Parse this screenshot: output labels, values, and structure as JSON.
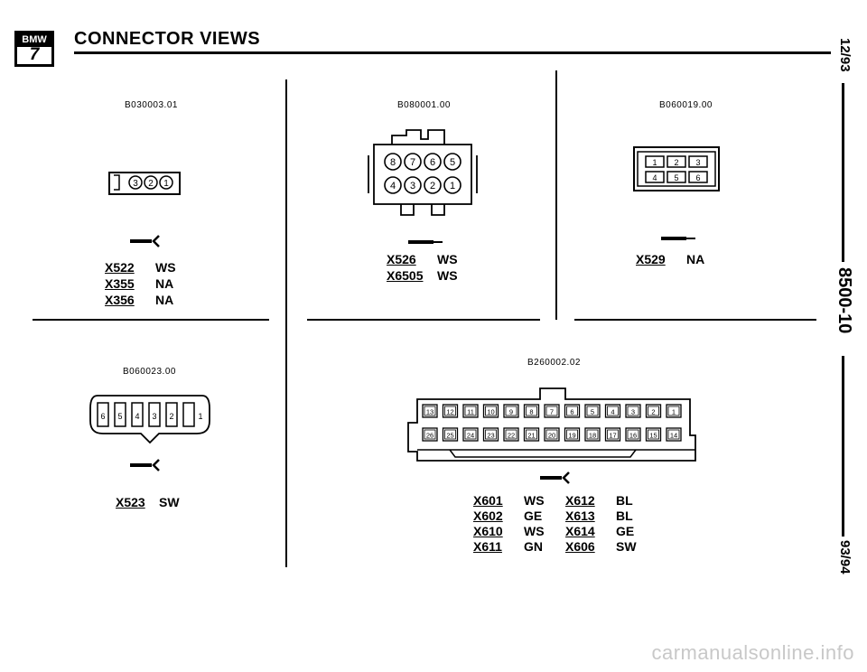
{
  "header": {
    "logo_brand": "BMW",
    "logo_series": "7",
    "title": "CONNECTOR VIEWS"
  },
  "side_margin": {
    "date": "12/93",
    "page": "8500-10",
    "edition": "93/94"
  },
  "panels": {
    "p1": {
      "code": "B030003.01",
      "pins": [
        "3",
        "2",
        "1"
      ],
      "rows": [
        {
          "connector": "X522",
          "color": "WS"
        },
        {
          "connector": "X355",
          "color": "NA"
        },
        {
          "connector": "X356",
          "color": "NA"
        }
      ]
    },
    "p2": {
      "code": "B080001.00",
      "pins_top": [
        "8",
        "7",
        "6",
        "5"
      ],
      "pins_bottom": [
        "4",
        "3",
        "2",
        "1"
      ],
      "rows": [
        {
          "connector": "X526",
          "color": "WS"
        },
        {
          "connector": "X6505",
          "color": "WS"
        }
      ]
    },
    "p3": {
      "code": "B060019.00",
      "pins_top": [
        "1",
        "2",
        "3"
      ],
      "pins_bottom": [
        "4",
        "5",
        "6"
      ],
      "rows": [
        {
          "connector": "X529",
          "color": "NA"
        }
      ]
    },
    "p4": {
      "code": "B060023.00",
      "pins": [
        "6",
        "5",
        "4",
        "3",
        "2",
        "1"
      ],
      "rows": [
        {
          "connector": "X523",
          "color": "SW"
        }
      ]
    },
    "p5": {
      "code": "B260002.02",
      "pins_top": [
        "13",
        "12",
        "11",
        "10",
        "9",
        "8",
        "7",
        "6",
        "5",
        "4",
        "3",
        "2",
        "1"
      ],
      "pins_bottom": [
        "26",
        "25",
        "24",
        "23",
        "22",
        "21",
        "20",
        "19",
        "18",
        "17",
        "16",
        "15",
        "14"
      ],
      "rows": [
        {
          "connector": "X601",
          "color": "WS",
          "connector2": "X612",
          "color2": "BL"
        },
        {
          "connector": "X602",
          "color": "GE",
          "connector2": "X613",
          "color2": "BL"
        },
        {
          "connector": "X610",
          "color": "WS",
          "connector2": "X614",
          "color2": "GE"
        },
        {
          "connector": "X611",
          "color": "GN",
          "connector2": "X606",
          "color2": "SW"
        }
      ]
    }
  },
  "watermark": "carmanualsonline.info"
}
